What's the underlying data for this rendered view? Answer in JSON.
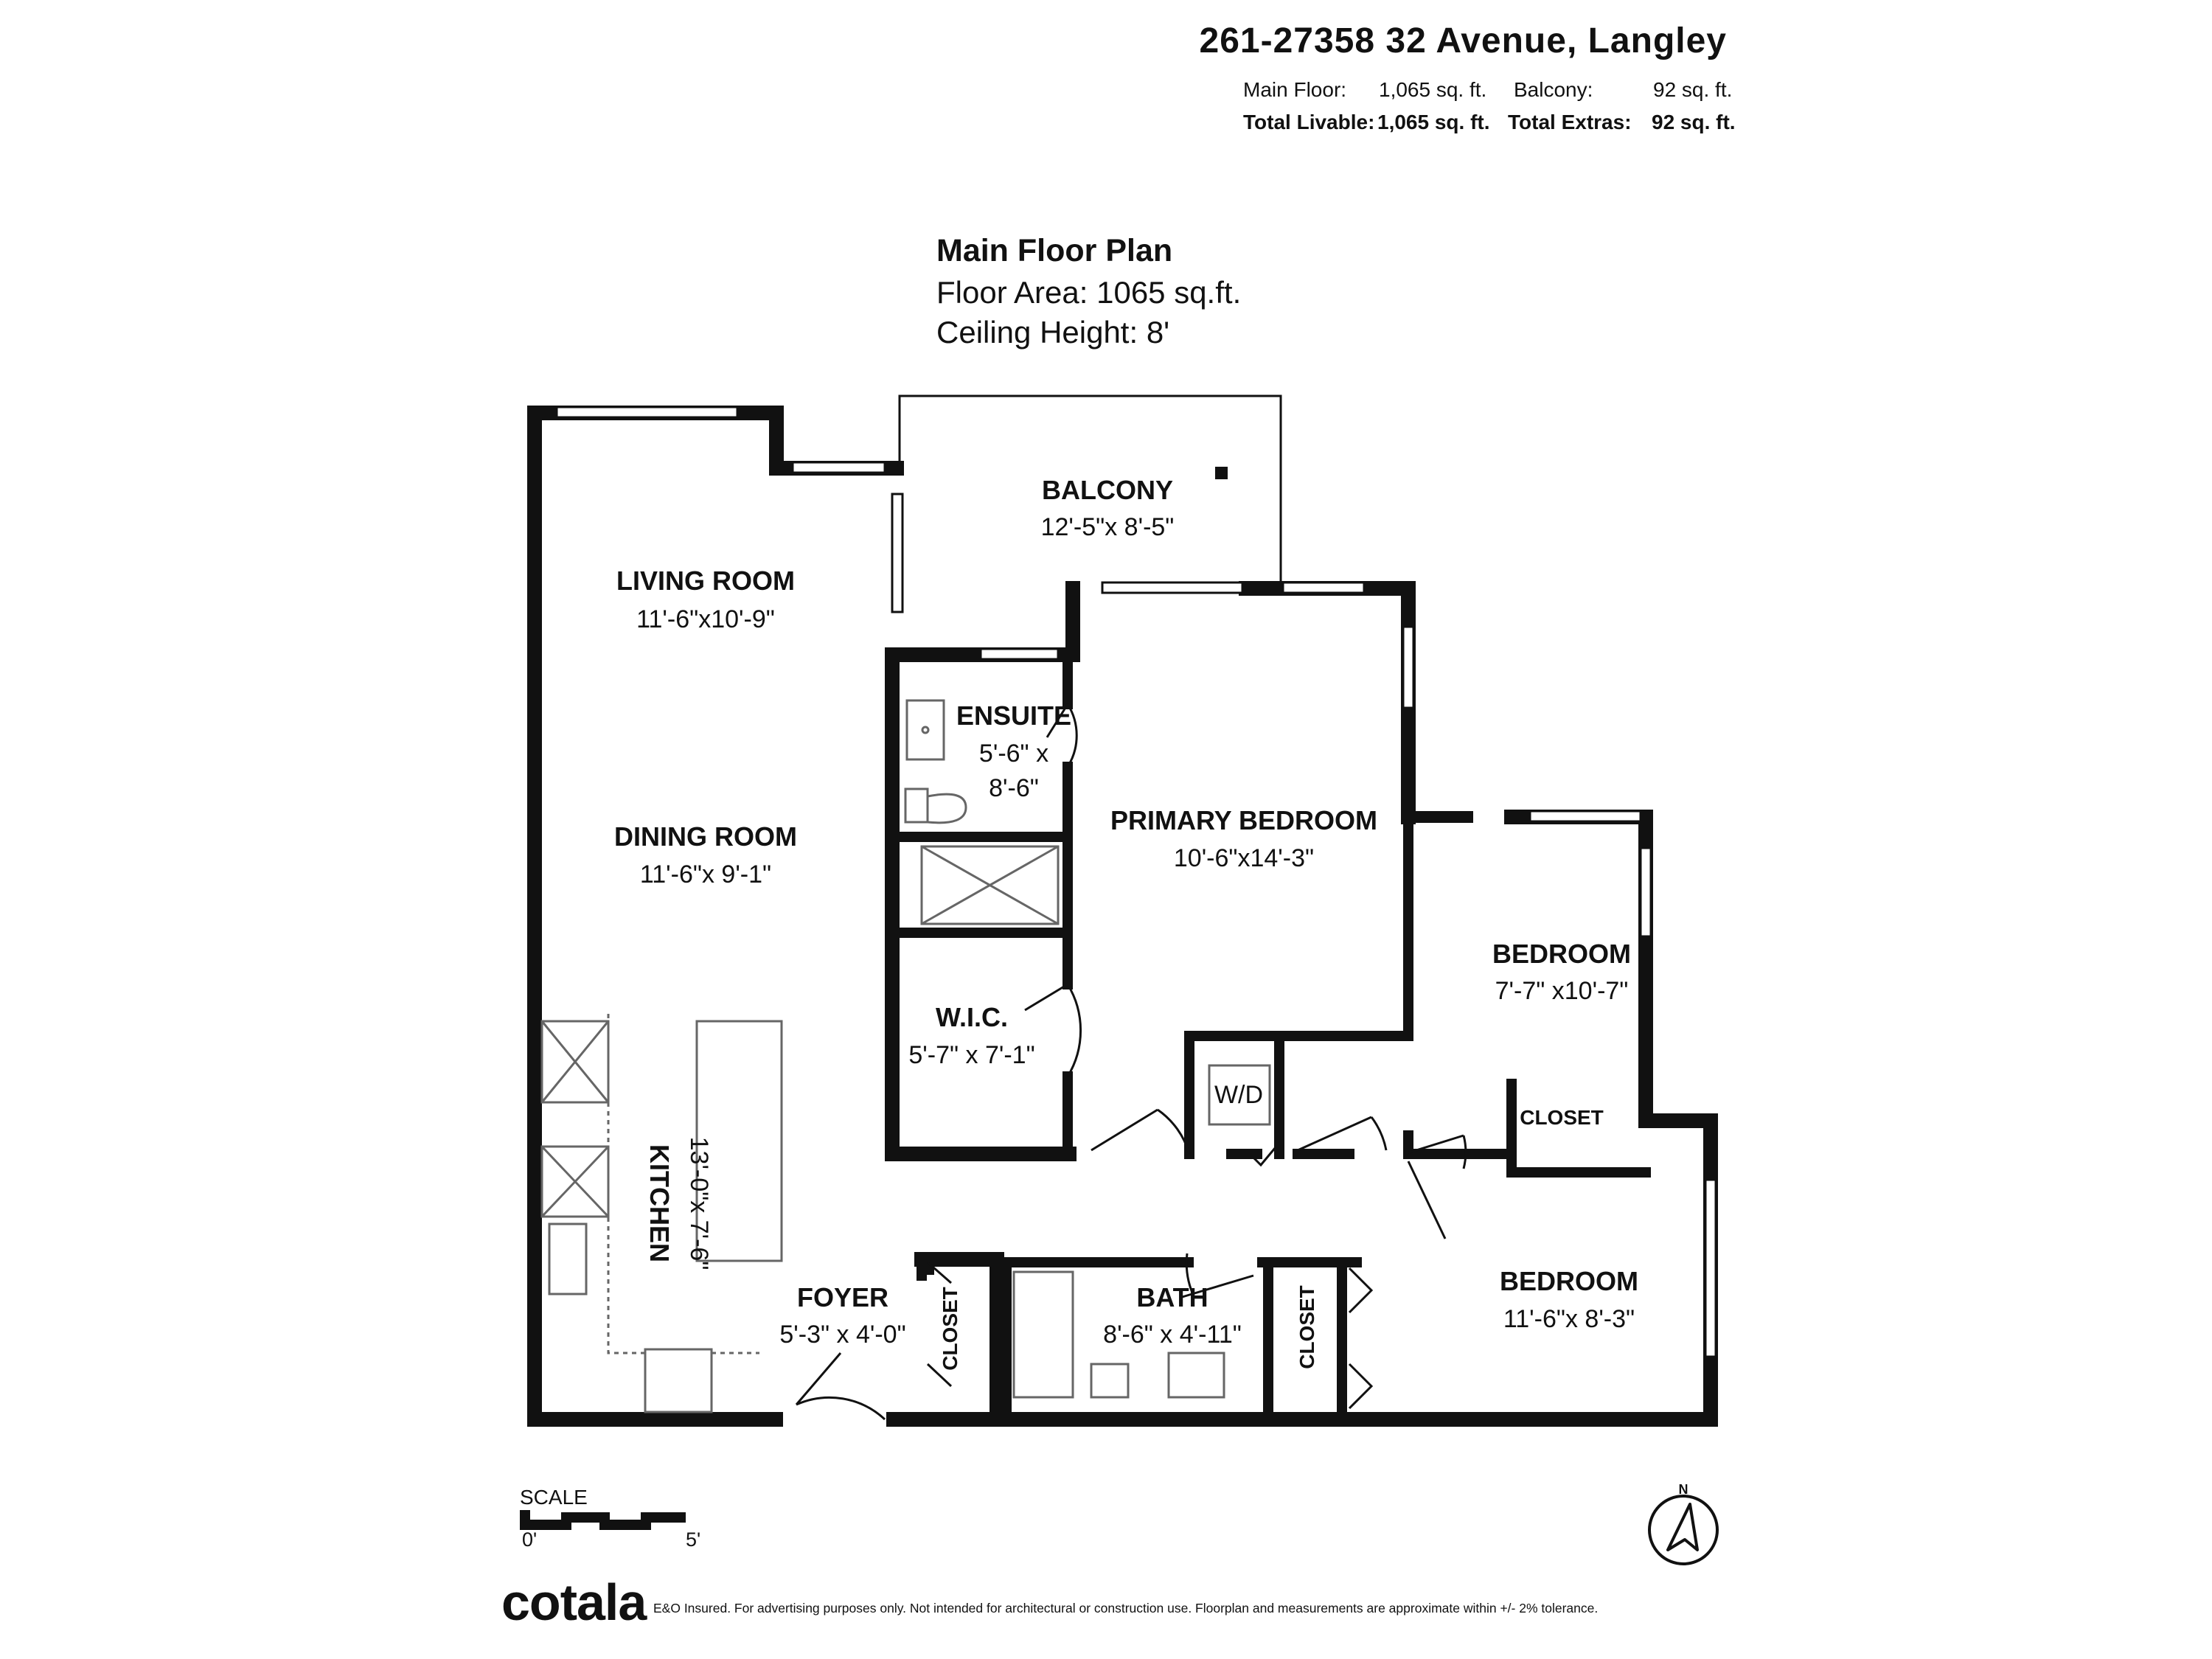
{
  "listing": {
    "address": "261-27358 32 Avenue, Langley",
    "main_floor_label": "Main Floor:",
    "main_floor_value": "1,065 sq. ft.",
    "balcony_label": "Balcony:",
    "balcony_value": "92 sq. ft.",
    "total_livable_label": "Total Livable:",
    "total_livable_value": "1,065 sq. ft.",
    "total_extras_label": "Total Extras:",
    "total_extras_value": "92 sq. ft."
  },
  "plan": {
    "title": "Main Floor Plan",
    "floor_area": "Floor Area: 1065 sq.ft.",
    "ceiling_height": "Ceiling Height: 8'"
  },
  "rooms": {
    "balcony": {
      "name": "BALCONY",
      "dims": "12'-5\"x 8'-5\""
    },
    "living": {
      "name": "LIVING ROOM",
      "dims": "11'-6\"x10'-9\""
    },
    "dining": {
      "name": "DINING ROOM",
      "dims": "11'-6\"x 9'-1\""
    },
    "ensuite": {
      "name": "ENSUITE",
      "dims_1": "5'-6\" x",
      "dims_2": "8'-6\""
    },
    "primary": {
      "name": "PRIMARY BEDROOM",
      "dims": "10'-6\"x14'-3\""
    },
    "bedroom_2": {
      "name": "BEDROOM",
      "dims": "7'-7\" x10'-7\""
    },
    "wic": {
      "name": "W.I.C.",
      "dims": "5'-7\" x 7'-1\""
    },
    "wd": {
      "name": "W/D"
    },
    "closet_bed2": {
      "name": "CLOSET"
    },
    "kitchen": {
      "name": "KITCHEN",
      "dims": "13'-0\"x 7'-6\""
    },
    "foyer": {
      "name": "FOYER",
      "dims": "5'-3\" x 4'-0\""
    },
    "foyer_closet": {
      "name": "CLOSET"
    },
    "bath": {
      "name": "BATH",
      "dims": "8'-6\" x 4'-11\""
    },
    "bed3_closet": {
      "name": "CLOSET"
    },
    "bedroom_3": {
      "name": "BEDROOM",
      "dims": "11'-6\"x 8'-3\""
    }
  },
  "scale": {
    "label": "SCALE",
    "start": "0'",
    "end": "5'"
  },
  "compass": {
    "label": "N",
    "icon": "north-arrow-icon"
  },
  "footer": {
    "brand": "cotala",
    "disclaimer": "E&O Insured. For advertising purposes only. Not intended for architectural or construction use. Floorplan and measurements are approximate within +/- 2% tolerance."
  },
  "colors": {
    "wall": "#111111",
    "text": "#111111",
    "background": "#ffffff",
    "fixture": "#666666"
  }
}
